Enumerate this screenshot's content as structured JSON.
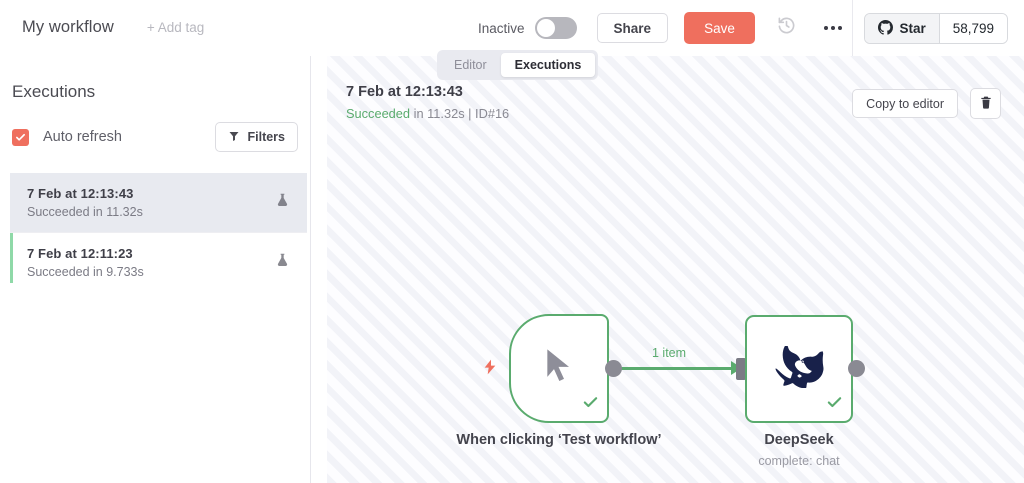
{
  "topbar": {
    "workflow_title": "My workflow",
    "add_tag": "+ Add tag",
    "active_state_label": "Inactive",
    "share_label": "Share",
    "save_label": "Save",
    "history_icon": "history-clock-icon",
    "more_icon": "more-options-icon",
    "github": {
      "star_label": "Star",
      "star_count": "58,799",
      "icon": "github-icon"
    }
  },
  "tabs": [
    {
      "label": "Editor",
      "active": false
    },
    {
      "label": "Executions",
      "active": true
    }
  ],
  "sidebar": {
    "title": "Executions",
    "auto_refresh_label": "Auto refresh",
    "auto_refresh_checked": true,
    "filters_label": "Filters",
    "filters_icon": "funnel-icon",
    "executions": [
      {
        "name": "7 Feb at 12:13:43",
        "status": "Succeeded in 11.32s",
        "icon": "flask-icon",
        "selected": true
      },
      {
        "name": "7 Feb at 12:11:23",
        "status": "Succeeded in 9.733s",
        "icon": "flask-icon",
        "selected": false
      }
    ]
  },
  "main": {
    "header": {
      "title": "7 Feb at 12:13:43",
      "status_word": "Succeeded",
      "status_rest": " in 11.32s | ID#16"
    },
    "copy_to_editor_label": "Copy to editor",
    "delete_icon": "trash-icon"
  },
  "canvas": {
    "nodes": [
      {
        "id": "trigger",
        "label": "When clicking ‘Test workflow’",
        "sublabel": "",
        "icon": "mouse-cursor-icon",
        "status_icon": "check-icon",
        "badge_icon": "lightning-bolt-icon"
      },
      {
        "id": "deepseek",
        "label": "DeepSeek",
        "sublabel": "complete: chat",
        "icon": "deepseek-whale-icon",
        "status_icon": "check-icon",
        "badge_icon": ""
      }
    ],
    "connection_label": "1 item"
  },
  "colors": {
    "accent": "#ef6f5e",
    "success": "#5aab6e",
    "node_border": "#5aab6e",
    "deepseek_logo": "#18214a"
  }
}
